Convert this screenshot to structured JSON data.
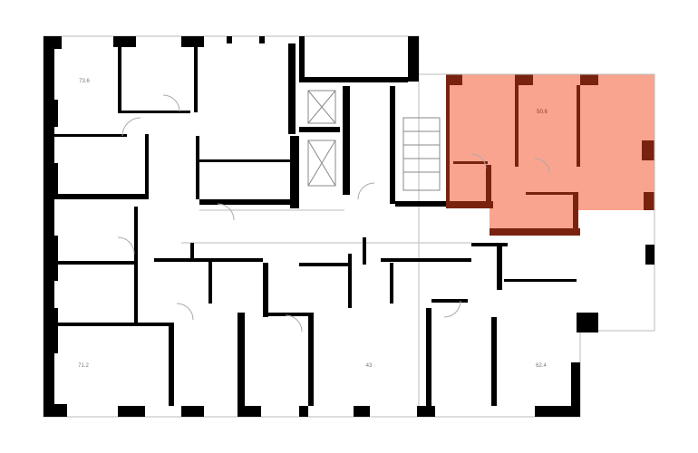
{
  "plan": {
    "apartments": [
      {
        "id": "apt-nw",
        "area": "73.6",
        "highlighted": false
      },
      {
        "id": "apt-ne",
        "area": "50.6",
        "highlighted": true
      },
      {
        "id": "apt-sw",
        "area": "71.2",
        "highlighted": false
      },
      {
        "id": "apt-s",
        "area": "43",
        "highlighted": false
      },
      {
        "id": "apt-se",
        "area": "62.4",
        "highlighted": false
      }
    ],
    "colors": {
      "highlight": "#f9a48f",
      "highlight_wall": "#7a2210",
      "wall": "#000000",
      "thin_line": "#bbbbbb"
    }
  }
}
